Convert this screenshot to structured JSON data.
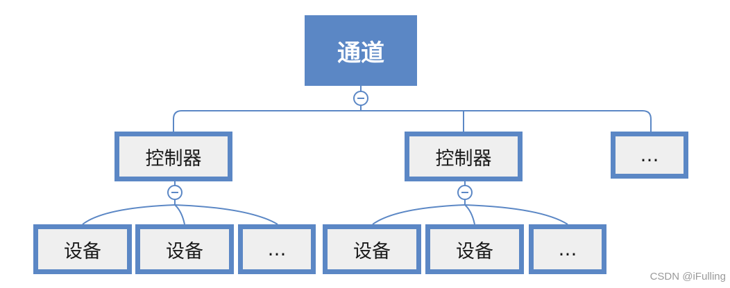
{
  "root": {
    "label": "通道"
  },
  "level1": [
    {
      "label": "控制器",
      "children": [
        "设备",
        "设备",
        "…"
      ]
    },
    {
      "label": "控制器",
      "children": [
        "设备",
        "设备",
        "…"
      ]
    },
    {
      "label": "…"
    }
  ],
  "watermark": "CSDN @iFulling",
  "colors": {
    "accent": "#5b87c5",
    "box_fill": "#efefef",
    "root_text": "#ffffff"
  }
}
